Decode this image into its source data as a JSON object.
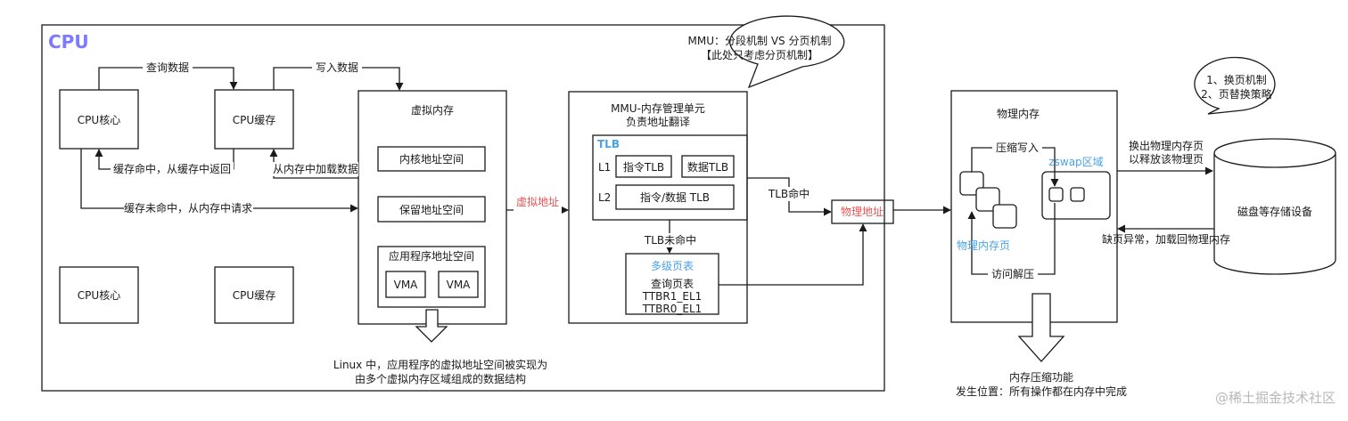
{
  "cpu_title": "CPU",
  "cpu_core_1": "CPU核心",
  "cpu_cache_1": "CPU缓存",
  "cpu_core_2": "CPU核心",
  "cpu_cache_2": "CPU缓存",
  "label_query": "查询数据",
  "label_write": "写入数据",
  "label_cache_hit": "缓存命中，从缓存中返回",
  "label_load_from_mem": "从内存中加载数据",
  "label_cache_miss": "缓存未命中，从内存中请求",
  "vm_title": "虚拟内存",
  "vm_kernel": "内核地址空间",
  "vm_reserved": "保留地址空间",
  "vm_app": "应用程序地址空间",
  "vma_1": "VMA",
  "vma_2": "VMA",
  "vm_note_line1": "Linux 中，应用程序的虚拟地址空间被实现为",
  "vm_note_line2": "由多个虚拟内存区域组成的数据结构",
  "virtual_address": "虚拟地址",
  "mmu_bubble_line1": "MMU：分段机制 VS 分页机制",
  "mmu_bubble_line2": "【此处只考虑分页机制】",
  "mmu_title_line1": "MMU-内存管理单元",
  "mmu_title_line2": "负责地址翻译",
  "tlb_title": "TLB",
  "tlb_l1": "L1",
  "tlb_l2": "L2",
  "tlb_inst": "指令TLB",
  "tlb_data": "数据TLB",
  "tlb_unified": "指令/数据 TLB",
  "tlb_hit": "TLB命中",
  "tlb_miss": "TLB未命中",
  "pt_title": "多级页表",
  "pt_query": "查询页表",
  "pt_ttbr1": "TTBR1_EL1",
  "pt_ttbr0": "TTBR0_EL1",
  "physical_address": "物理地址",
  "pm_title": "物理内存",
  "pm_compress_write": "压缩写入",
  "pm_zswap": "zswap区域",
  "pm_pages": "物理内存页",
  "pm_decompress": "访问解压",
  "compress_note_line1": "内存压缩功能",
  "compress_note_line2": "发生位置：所有操作都在内存中完成",
  "swap_out_line1": "换出物理内存页",
  "swap_out_line2": "以释放该物理页",
  "page_fault": "缺页异常，加载回物理内存",
  "disk_label": "磁盘等存储设备",
  "swap_bubble_line1": "1、换页机制",
  "swap_bubble_line2": "2、页替换策略",
  "watermark": "@稀土掘金技术社区",
  "colors": {
    "cpu_title": "#7b7bff",
    "blue_label": "#4aa3e8",
    "red_label": "#e85454",
    "line": "#1a1a1a"
  }
}
